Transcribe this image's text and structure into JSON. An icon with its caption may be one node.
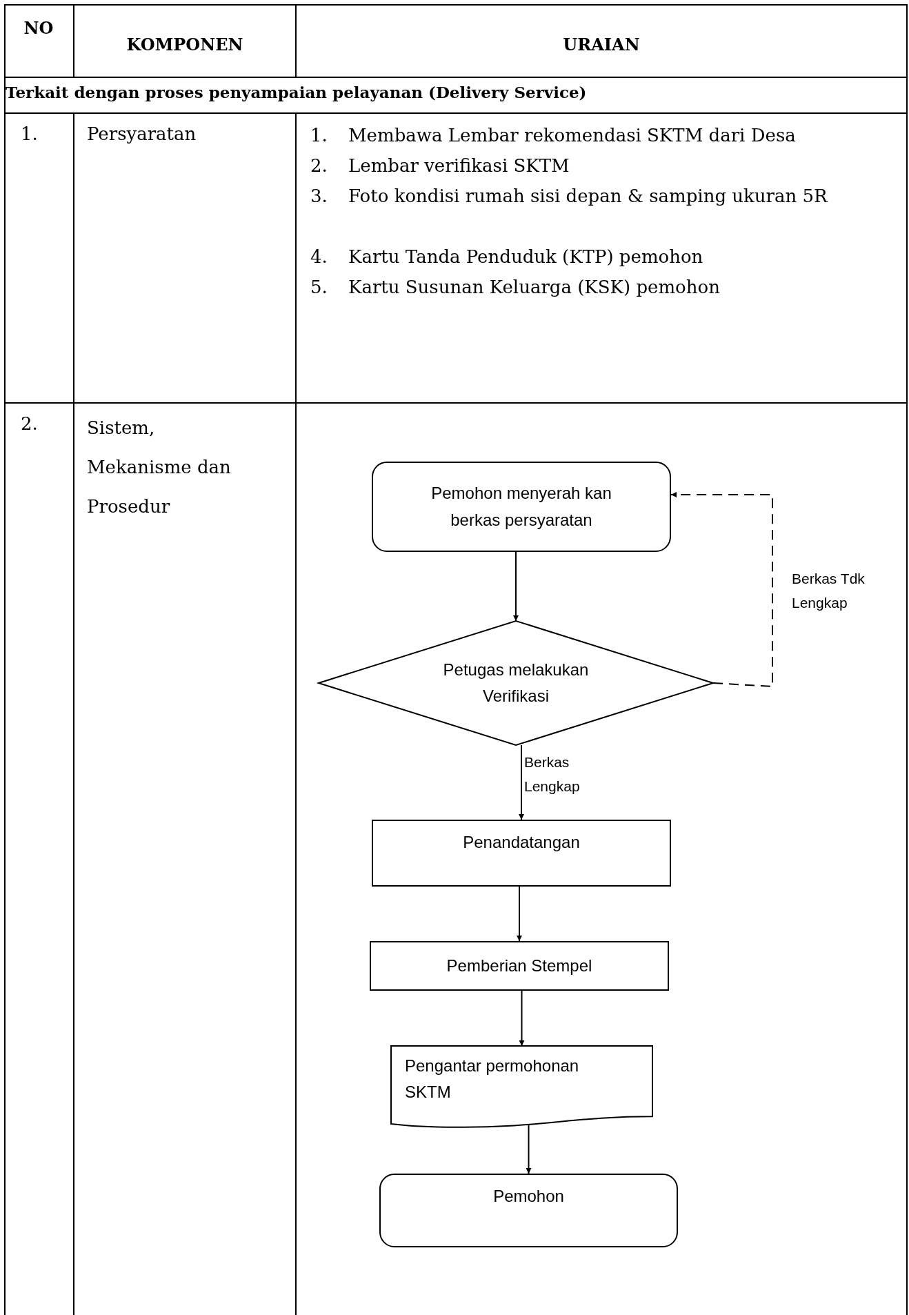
{
  "diagram": {
    "nodes": [
      {
        "text": [
          "Pemohon menyerah kan berkas persyaratan"
        ]
      },
      {
        "text": [
          "Petugas melakukan Verifikasi"
        ]
      },
      {
        "text": [
          "Penandatangan"
        ]
      },
      {
        "text": [
          "Pemberian Stempel"
        ]
      },
      {
        "text": [
          "Pengantar permohonan SKTM"
        ]
      },
      {
        "text": [
          "Pemohon"
        ]
      }
    ],
    "edges": [
      {
        "from": 0,
        "to": 1,
        "arrow": "to"
      },
      {
        "from": 1,
        "to": 0,
        "arrow": "to",
        "style": "dashed",
        "label": "Berkas Tdk Lengkap"
      },
      {
        "from": 1,
        "to": 2,
        "arrow": "to",
        "label": "Berkas Lengkap"
      },
      {
        "from": 2,
        "to": 3,
        "arrow": "to"
      },
      {
        "from": 3,
        "to": 4,
        "arrow": "to"
      },
      {
        "from": 4,
        "to": 5,
        "arrow": "to"
      }
    ],
    "labels": [
      "NO",
      "KOMPONEN",
      "URAIAN",
      "Terkait dengan proses penyampaian pelayanan (Delivery Service)",
      "1.",
      "Persyaratan",
      "1.",
      "Membawa Lembar rekomendasi SKTM dari Desa",
      "2.",
      "Lembar verifikasi SKTM",
      "3.",
      "Foto kondisi rumah sisi depan & samping ukuran 5R",
      "4.",
      "Kartu Tanda Penduduk (KTP) pemohon",
      "5.",
      "Kartu Susunan Keluarga (KSK) pemohon",
      "2.",
      "Sistem, Mekanisme dan Prosedur"
    ]
  }
}
